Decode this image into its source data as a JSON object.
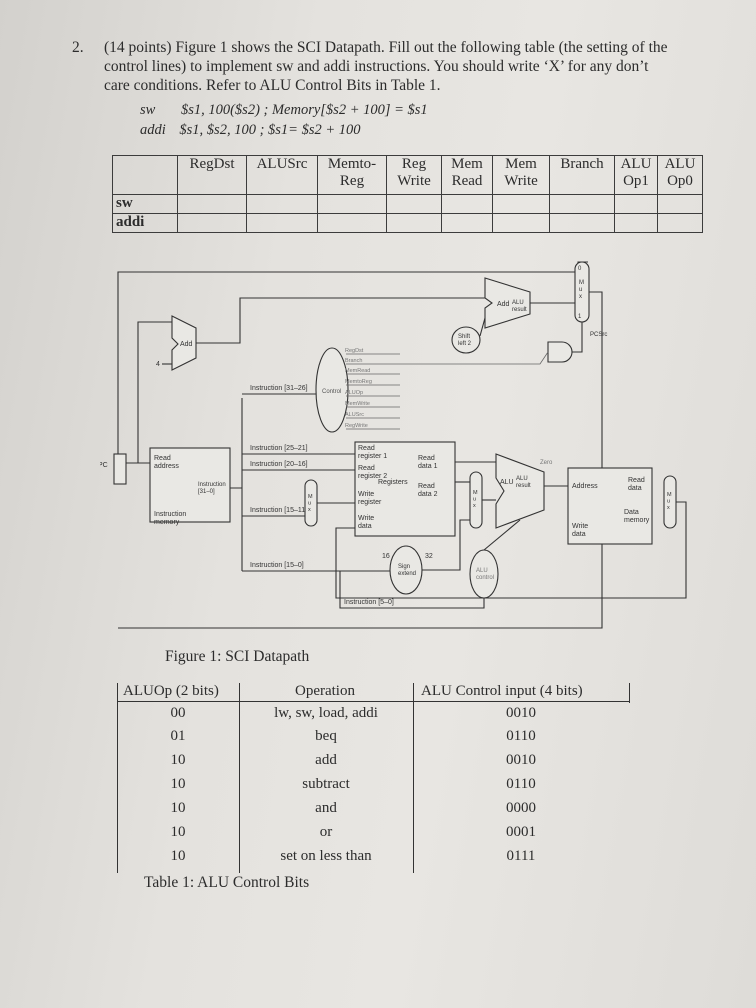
{
  "question": {
    "number": "2.",
    "text": "(14 points) Figure 1 shows the SCI Datapath. Fill out the following table (the setting of the control lines) to implement sw and addi instructions. You should write ‘X’ for any don’t care conditions. Refer to ALU Control Bits in Table 1.",
    "sw_line": {
      "op": "sw",
      "operands": "$s1, 100($s2)  ; Memory[$s2 + 100] = $s1"
    },
    "addi_line": {
      "op": "addi",
      "operands": "$s1, $s2, 100  ; $s1= $s2 + 100"
    }
  },
  "control_table": {
    "headers": [
      "RegDst",
      "ALUSrc",
      "Memto-\nReg",
      "Reg\nWrite",
      "Mem\nRead",
      "Mem\nWrite",
      "Branch",
      "ALU\nOp1",
      "ALU\nOp0"
    ],
    "rows": [
      "sw",
      "addi"
    ]
  },
  "figure": {
    "caption": "Figure 1: SCI Datapath",
    "labels": {
      "add": "Add",
      "add2": "Add",
      "alu_result_top": "ALU\nresult",
      "shift": "Shift\nleft 2",
      "pcsrc": "PCSrc",
      "four": "4",
      "pc": "PC",
      "read_address": "Read\naddress",
      "instruction_box": "Instruction\n[31–0]",
      "instruction_memory": "Instruction\nmemory",
      "control": "Control",
      "instr_31_26": "Instruction [31–26]",
      "instr_25_21": "Instruction [25–21]",
      "instr_20_16": "Instruction [20–16]",
      "instr_15_11": "Instruction [15–11]",
      "instr_15_0": "Instruction [15–0]",
      "instr_5_0": "Instruction [5–0]",
      "signals": [
        "RegDst",
        "Branch",
        "MemRead",
        "MemtoReg",
        "ALUOp",
        "MemWrite",
        "ALUSrc",
        "RegWrite"
      ],
      "read_reg1": "Read\nregister 1",
      "read_reg2": "Read\nregister 2",
      "write_reg": "Write\nregister",
      "write_data": "Write\ndata",
      "registers": "Registers",
      "read_data1": "Read\ndata 1",
      "read_data2": "Read\ndata 2",
      "zero": "Zero",
      "alu": "ALU",
      "alu_result": "ALU\nresult",
      "address": "Address",
      "read_data": "Read\ndata",
      "data_memory": "Data\nmemory",
      "write_data_mem": "Write\ndata",
      "sign_extend": "Sign\nextend",
      "sixteen": "16",
      "thirtytwo": "32",
      "alu_control": "ALU\ncontrol",
      "mux": "M\nu\nx",
      "zero_in": "0",
      "one_in": "1"
    }
  },
  "alu_table": {
    "headers": {
      "aluop": "ALUOp (2 bits)",
      "operation": "Operation",
      "control": "ALU Control input (4 bits)"
    },
    "rows": [
      {
        "aluop": "00",
        "operation": "lw, sw, load, addi",
        "control": "0010"
      },
      {
        "aluop": "01",
        "operation": "beq",
        "control": "0110"
      },
      {
        "aluop": "10",
        "operation": "add",
        "control": "0010"
      },
      {
        "aluop": "10",
        "operation": "subtract",
        "control": "0110"
      },
      {
        "aluop": "10",
        "operation": "and",
        "control": "0000"
      },
      {
        "aluop": "10",
        "operation": "or",
        "control": "0001"
      },
      {
        "aluop": "10",
        "operation": "set on less than",
        "control": "0111"
      }
    ],
    "caption": "Table 1: ALU Control Bits"
  }
}
